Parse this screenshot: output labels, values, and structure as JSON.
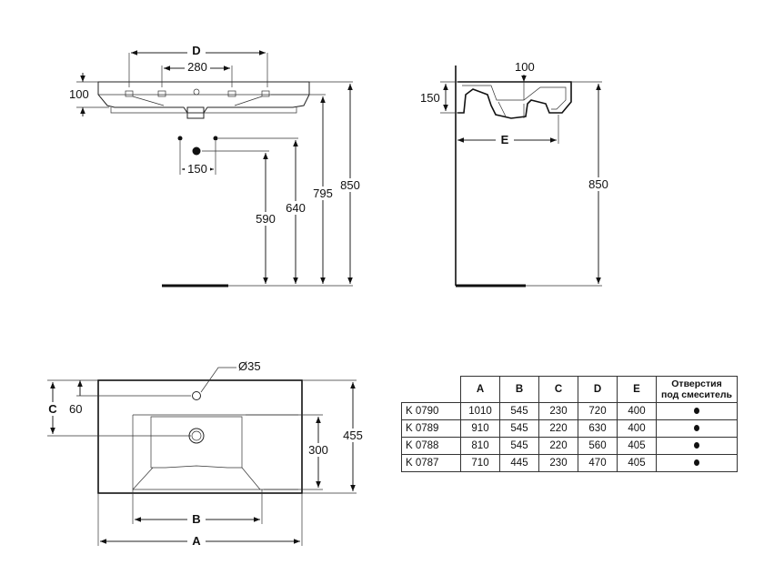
{
  "front_view": {
    "dim_d": "D",
    "dim_280": "280",
    "dim_100": "100",
    "dim_150": "150",
    "dim_590": "590",
    "dim_640": "640",
    "dim_795": "795",
    "dim_850": "850"
  },
  "side_view": {
    "dim_100": "100",
    "dim_150": "150",
    "dim_e": "E",
    "dim_850": "850"
  },
  "top_view": {
    "dim_35": "Ø35",
    "dim_c": "C",
    "dim_60": "60",
    "dim_300": "300",
    "dim_455": "455",
    "dim_b": "B",
    "dim_a": "A"
  },
  "table": {
    "headers": [
      "A",
      "B",
      "C",
      "D",
      "E"
    ],
    "holes_header_line1": "Отверстия",
    "holes_header_line2": "под смеситель",
    "rows": [
      {
        "model": "K 0790",
        "a": "1010",
        "b": "545",
        "c": "230",
        "d": "720",
        "e": "400"
      },
      {
        "model": "K 0789",
        "a": "910",
        "b": "545",
        "c": "220",
        "d": "630",
        "e": "400"
      },
      {
        "model": "K 0788",
        "a": "810",
        "b": "545",
        "c": "220",
        "d": "560",
        "e": "405"
      },
      {
        "model": "K 0787",
        "a": "710",
        "b": "445",
        "c": "230",
        "d": "470",
        "e": "405"
      }
    ]
  }
}
